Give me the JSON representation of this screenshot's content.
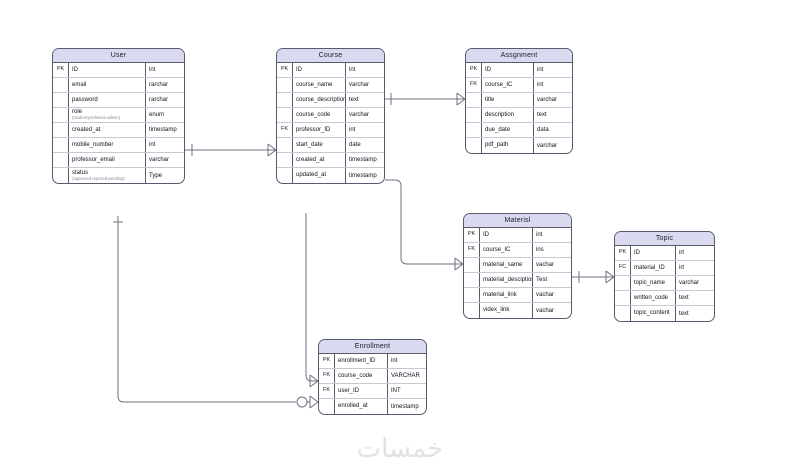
{
  "diagram": {
    "type": "entity-relationship-diagram",
    "watermark": "خمسات",
    "colors": {
      "header_fill": "#d9d9ef",
      "border": "#5a5a6e",
      "line": "#6f6f80",
      "background": "#ffffff",
      "subtitle_text": "#8e8e9c"
    },
    "entities": [
      {
        "id": "user",
        "title": "User",
        "fields": [
          {
            "key": "PK",
            "name": "ID",
            "sub": "",
            "type": "int"
          },
          {
            "key": "",
            "name": "email",
            "sub": "",
            "type": "rarchar"
          },
          {
            "key": "",
            "name": "password",
            "sub": "",
            "type": "rarchar"
          },
          {
            "key": "",
            "name": "role",
            "sub": "(student-professor-admin)",
            "type": "enum"
          },
          {
            "key": "",
            "name": "created_at",
            "sub": "",
            "type": "timestamp"
          },
          {
            "key": "",
            "name": "mobile_number",
            "sub": "",
            "type": "int"
          },
          {
            "key": "",
            "name": "professor_email",
            "sub": "",
            "type": "varchar"
          },
          {
            "key": "",
            "name": "status",
            "sub": "(approved-rejected-pending)",
            "type": "Type"
          }
        ]
      },
      {
        "id": "course",
        "title": "Course",
        "fields": [
          {
            "key": "PK",
            "name": "ID",
            "sub": "",
            "type": "int"
          },
          {
            "key": "",
            "name": "course_name",
            "sub": "",
            "type": "varchar"
          },
          {
            "key": "",
            "name": "course_description",
            "sub": "",
            "type": "text"
          },
          {
            "key": "",
            "name": "course_code",
            "sub": "",
            "type": "varchar"
          },
          {
            "key": "FK",
            "name": "professor_ID",
            "sub": "",
            "type": "int"
          },
          {
            "key": "",
            "name": "start_date",
            "sub": "",
            "type": "date"
          },
          {
            "key": "",
            "name": "created_at",
            "sub": "",
            "type": "timestamp"
          },
          {
            "key": "",
            "name": "updated_at",
            "sub": "",
            "type": "timestamp"
          }
        ]
      },
      {
        "id": "assignment",
        "title": "Assgnment",
        "fields": [
          {
            "key": "PK",
            "name": "ID",
            "sub": "",
            "type": "int"
          },
          {
            "key": "FK",
            "name": "course_IC",
            "sub": "",
            "type": "int"
          },
          {
            "key": "",
            "name": "title",
            "sub": "",
            "type": "varchar"
          },
          {
            "key": "",
            "name": "description",
            "sub": "",
            "type": "text"
          },
          {
            "key": "",
            "name": "due_date",
            "sub": "",
            "type": "data"
          },
          {
            "key": "",
            "name": "pdf_path",
            "sub": "",
            "type": "varchar"
          }
        ]
      },
      {
        "id": "material",
        "title": "Materisl",
        "fields": [
          {
            "key": "PK",
            "name": "ID",
            "sub": "",
            "type": "int"
          },
          {
            "key": "FK",
            "name": "course_IC",
            "sub": "",
            "type": "ins"
          },
          {
            "key": "",
            "name": "material_same",
            "sub": "",
            "type": "vachar"
          },
          {
            "key": "",
            "name": "material_desciption",
            "sub": "",
            "type": "Test"
          },
          {
            "key": "",
            "name": "material_link",
            "sub": "",
            "type": "vachar"
          },
          {
            "key": "",
            "name": "videx_link",
            "sub": "",
            "type": "vachar"
          }
        ]
      },
      {
        "id": "topic",
        "title": "Topic",
        "fields": [
          {
            "key": "PK",
            "name": "ID",
            "sub": "",
            "type": "irt"
          },
          {
            "key": "FC",
            "name": "material_ID",
            "sub": "",
            "type": "irt"
          },
          {
            "key": "",
            "name": "topic_name",
            "sub": "",
            "type": "varchar"
          },
          {
            "key": "",
            "name": "written_code",
            "sub": "",
            "type": "text"
          },
          {
            "key": "",
            "name": "topic_content",
            "sub": "",
            "type": "text"
          }
        ]
      },
      {
        "id": "enrollment",
        "title": "Enrollment",
        "fields": [
          {
            "key": "PK",
            "name": "enrollment_ID",
            "sub": "",
            "type": "int"
          },
          {
            "key": "FK",
            "name": "course_code",
            "sub": "",
            "type": "VARCHAR"
          },
          {
            "key": "FK",
            "name": "user_ID",
            "sub": "",
            "type": "INT"
          },
          {
            "key": "",
            "name": "enrolled_at",
            "sub": "",
            "type": "timestamp"
          }
        ]
      }
    ],
    "relationships": [
      {
        "id": "user-course",
        "from": "user",
        "to": "course",
        "from_cardinality": "one",
        "to_cardinality": "many"
      },
      {
        "id": "course-assignment",
        "from": "course",
        "to": "assignment",
        "from_cardinality": "one",
        "to_cardinality": "many"
      },
      {
        "id": "course-material",
        "from": "course",
        "to": "material",
        "from_cardinality": "one",
        "to_cardinality": "many"
      },
      {
        "id": "material-topic",
        "from": "material",
        "to": "topic",
        "from_cardinality": "one",
        "to_cardinality": "many"
      },
      {
        "id": "course-enrollment",
        "from": "course",
        "to": "enrollment",
        "from_cardinality": "one",
        "to_cardinality": "many"
      },
      {
        "id": "user-enrollment",
        "from": "user",
        "to": "enrollment",
        "from_cardinality": "zero",
        "to_cardinality": "many"
      }
    ]
  }
}
